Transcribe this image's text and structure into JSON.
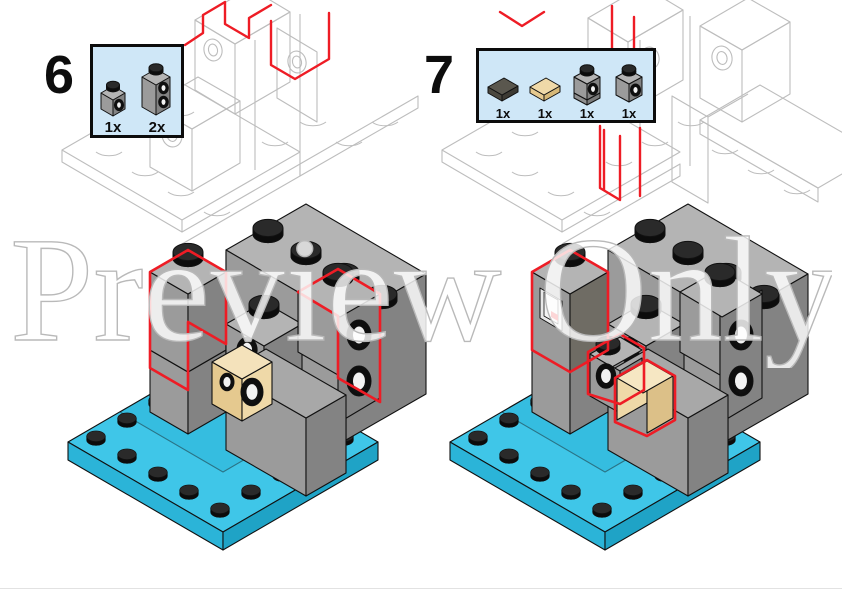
{
  "page": {
    "kind": "lego-building-instructions",
    "background_color": "#ffffff",
    "footer_rule_color": "#e2e2e2",
    "watermark": {
      "text": "Preview Only",
      "fill_color": "#ffffff",
      "outline_color": "#b9b9b9"
    }
  },
  "palette": {
    "baseplate_cyan_top": "#3fc6e8",
    "baseplate_cyan_left": "#2bb4d8",
    "baseplate_cyan_right": "#1fa3c6",
    "stud_black": "#141414",
    "brick_gray_top": "#b4b4b4",
    "brick_gray_left": "#9b9b9b",
    "brick_gray_right": "#838383",
    "tan_top": "#efd9a8",
    "tan_left": "#e5c98f",
    "tan_right": "#d6b878",
    "dark_gray_top": "#5a574e",
    "dark_gray_left": "#4b483f",
    "dark_gray_right": "#3d3a33",
    "highlight_red": "#ee1c25",
    "ghost_line": "#bdbdbd",
    "callout_fill": "#cfe7f7",
    "callout_border": "#0c0c0c",
    "outline_black": "#1a1a1a"
  },
  "steps": [
    {
      "id": "step-6",
      "number": "6",
      "parts": [
        {
          "name": "brick-1x1-with-stud-on-side-light-gray",
          "quantity": "1x",
          "color": "#9b9b9b",
          "shape": "brick-1x1-side-stud"
        },
        {
          "name": "brick-1x1x2-with-studs-on-side-light-gray",
          "quantity": "2x",
          "color": "#9b9b9b",
          "shape": "brick-1x1x2-side-studs"
        }
      ]
    },
    {
      "id": "step-7",
      "number": "7",
      "parts": [
        {
          "name": "tile-1x1-dark-gray",
          "quantity": "1x",
          "color": "#5a574e",
          "shape": "tile-1x1"
        },
        {
          "name": "tile-1x1-tan",
          "quantity": "1x",
          "color": "#efd9a8",
          "shape": "tile-1x1"
        },
        {
          "name": "bracket-1x1-light-gray",
          "quantity": "1x",
          "color": "#9b9b9b",
          "shape": "bracket-1x1"
        },
        {
          "name": "brick-1x1-with-stud-on-side-light-gray",
          "quantity": "1x",
          "color": "#9b9b9b",
          "shape": "brick-1x1-side-stud"
        }
      ]
    }
  ],
  "models": [
    {
      "id": "step-6-model",
      "baseplate": {
        "color": "#3fc6e8",
        "studs_wide": 6,
        "studs_deep": 6
      },
      "highlight_color": "#ee1c25",
      "new_parts_highlighted": 3
    },
    {
      "id": "step-7-model",
      "baseplate": {
        "color": "#3fc6e8",
        "studs_wide": 6,
        "studs_deep": 6
      },
      "highlight_color": "#ee1c25",
      "new_parts_highlighted": 4
    }
  ]
}
